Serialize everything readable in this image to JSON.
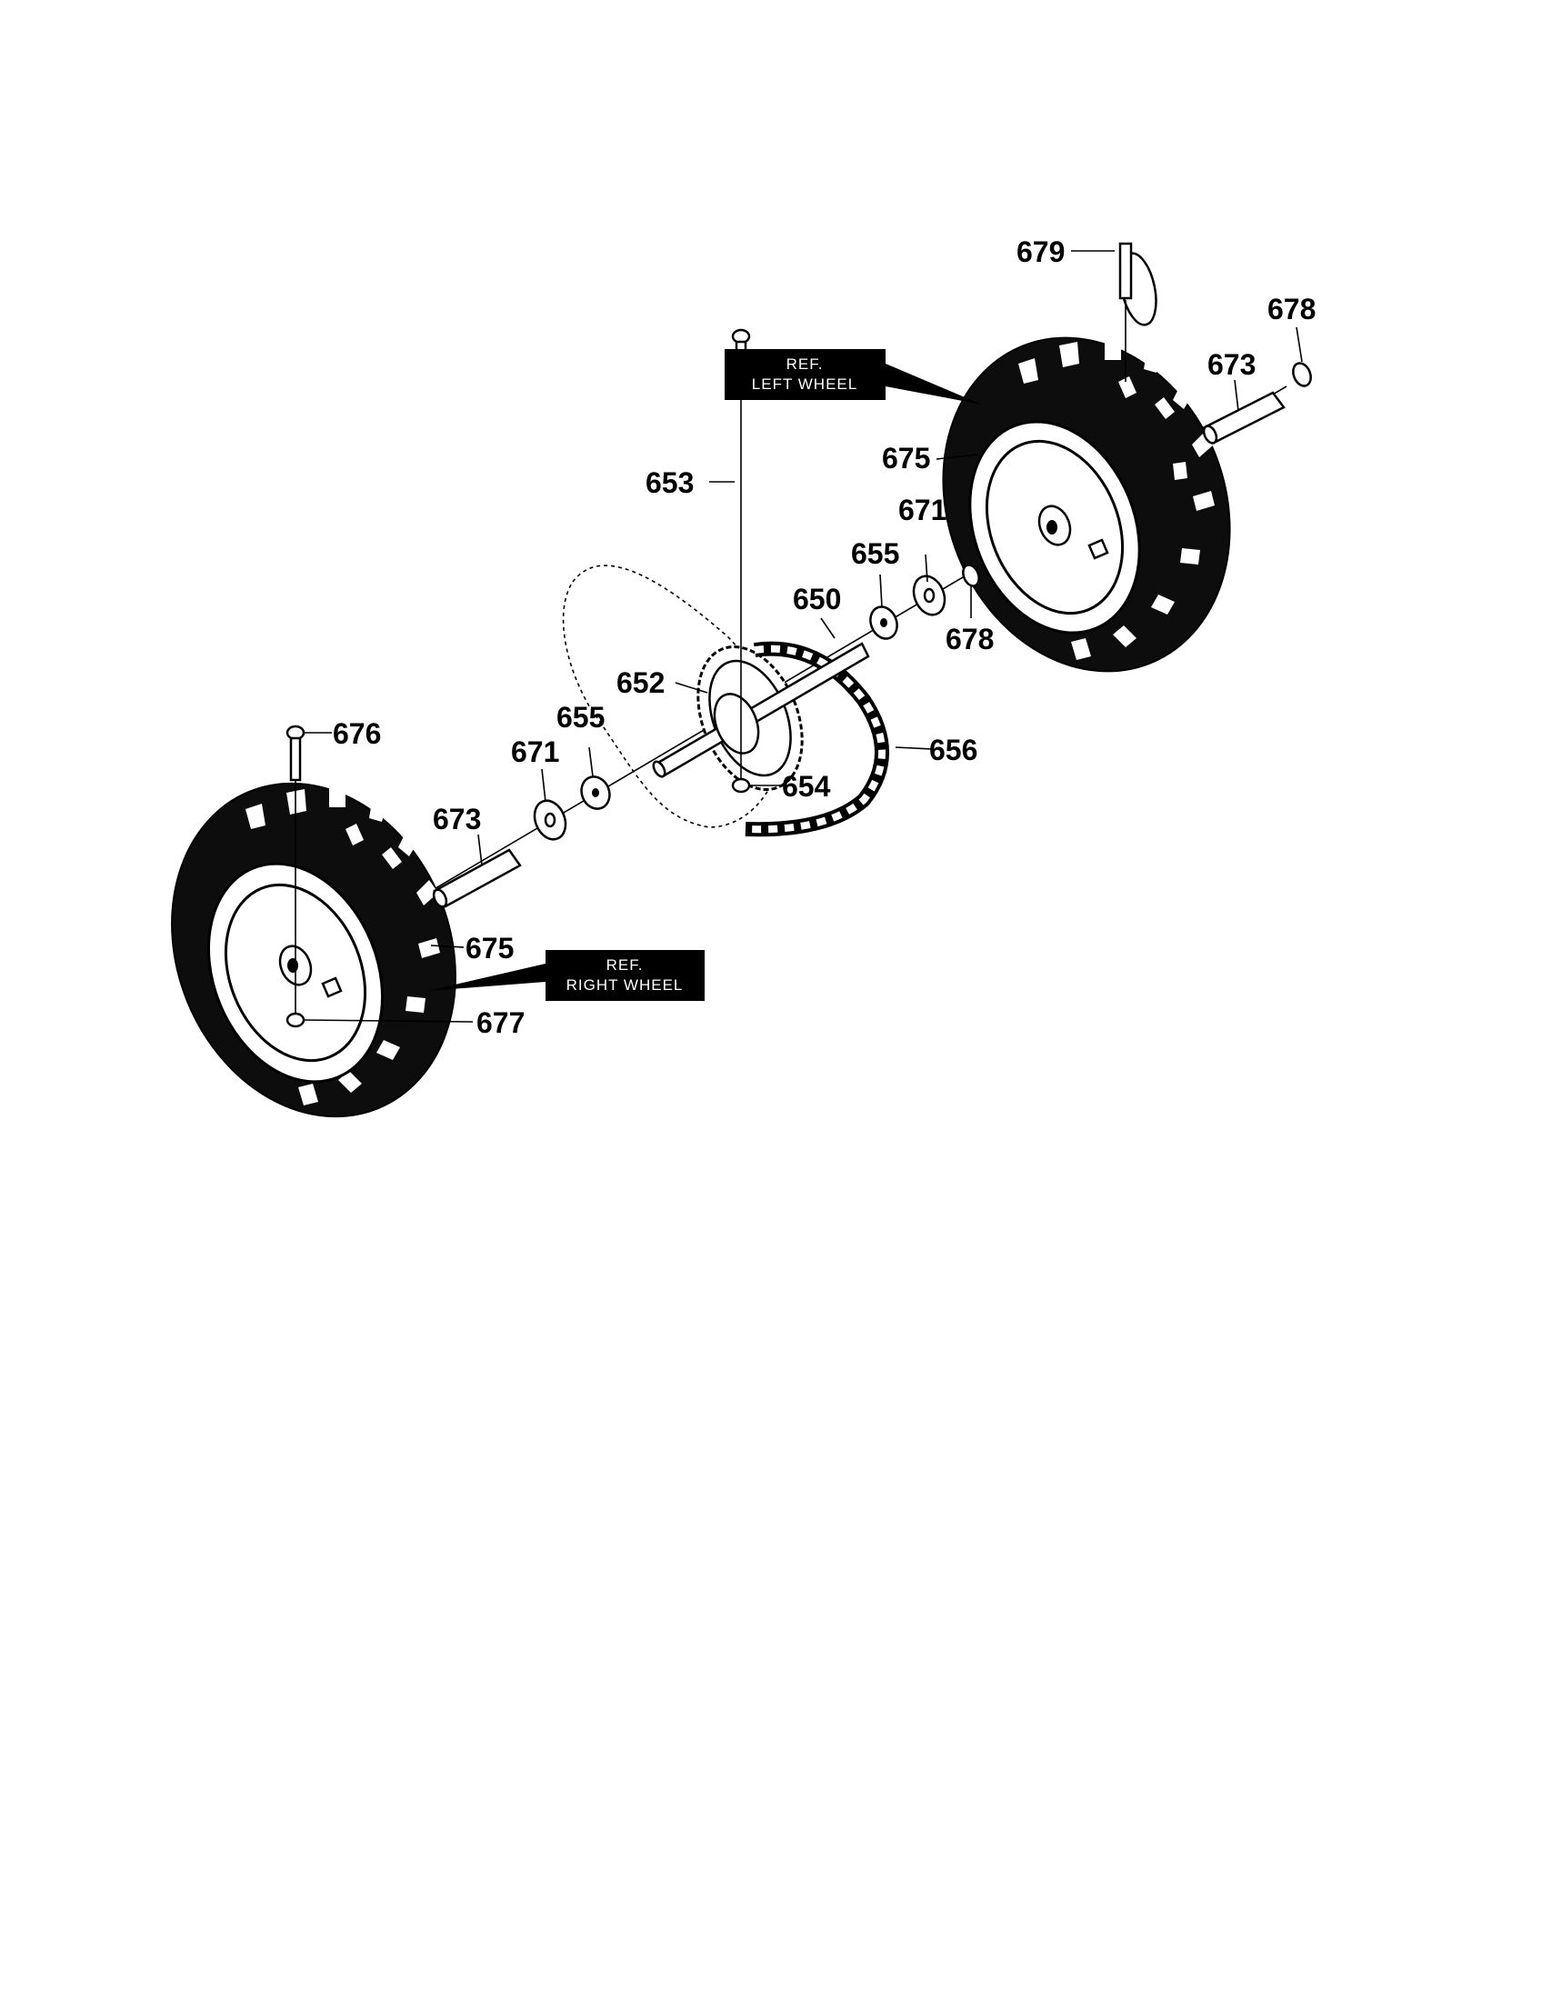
{
  "parts": {
    "p679": "679",
    "p678_top": "678",
    "p673_right": "673",
    "p675_left": "675",
    "p653": "653",
    "p671_right": "671",
    "p655_right": "655",
    "p650": "650",
    "p678_mid": "678",
    "p652": "652",
    "p656": "656",
    "p654": "654",
    "p655_left": "655",
    "p671_left": "671",
    "p676": "676",
    "p673_left": "673",
    "p675_right": "675",
    "p677": "677"
  },
  "ref_boxes": {
    "left_wheel": {
      "line1": "REF.",
      "line2": "LEFT WHEEL"
    },
    "right_wheel": {
      "line1": "REF.",
      "line2": "RIGHT WHEEL"
    }
  }
}
